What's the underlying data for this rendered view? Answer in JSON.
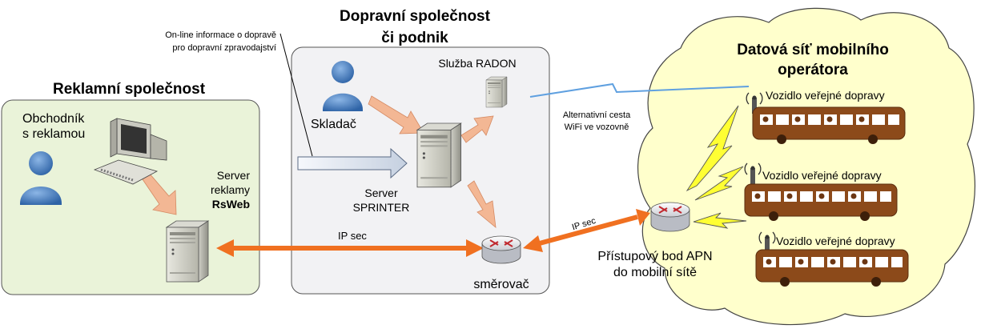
{
  "zones": {
    "advertising": {
      "title": "Reklamní společnost"
    },
    "transport": {
      "title_line1": "Dopravní společnost",
      "title_line2": "či podnik"
    },
    "mobile": {
      "title_line1": "Datová síť mobilního",
      "title_line2": "operátora"
    }
  },
  "actors": {
    "merchant": {
      "line1": "Obchodník",
      "line2": "s reklamou"
    },
    "composer": {
      "label": "Skladač"
    }
  },
  "servers": {
    "rsweb": {
      "line1": "Server",
      "line2": "reklamy",
      "line3": "RsWeb"
    },
    "sprinter": {
      "line1": "Server",
      "line2": "SPRINTER"
    },
    "radon": {
      "label": "Služba RADON"
    }
  },
  "routers": {
    "company": {
      "label": "směrovač"
    },
    "apn": {
      "line1": "Přístupový bod APN",
      "line2": "do mobilní sítě"
    }
  },
  "links": {
    "ipsec_left": "IP sec",
    "ipsec_right": "IP sec",
    "wifi_line1": "Alternativní cesta",
    "wifi_line2": "WiFi ve vozovně",
    "online_line1": "On-line informace o dopravě",
    "online_line2": "pro dopravní zpravodajství"
  },
  "vehicles": [
    {
      "label": "Vozidlo veřejné dopravy"
    },
    {
      "label": "Vozidlo veřejné dopravy"
    },
    {
      "label": "Vozidlo veřejné dopravy"
    }
  ],
  "colors": {
    "zone_green": "#eaf3d9",
    "zone_grey": "#f2f2f4",
    "cloud": "#ffffcc",
    "person": "#4a7fc1",
    "arrow_salmon": "#f3b794",
    "ipsec_orange": "#f07020",
    "bus": "#8c4a1a",
    "lightning": "#ffff33"
  }
}
